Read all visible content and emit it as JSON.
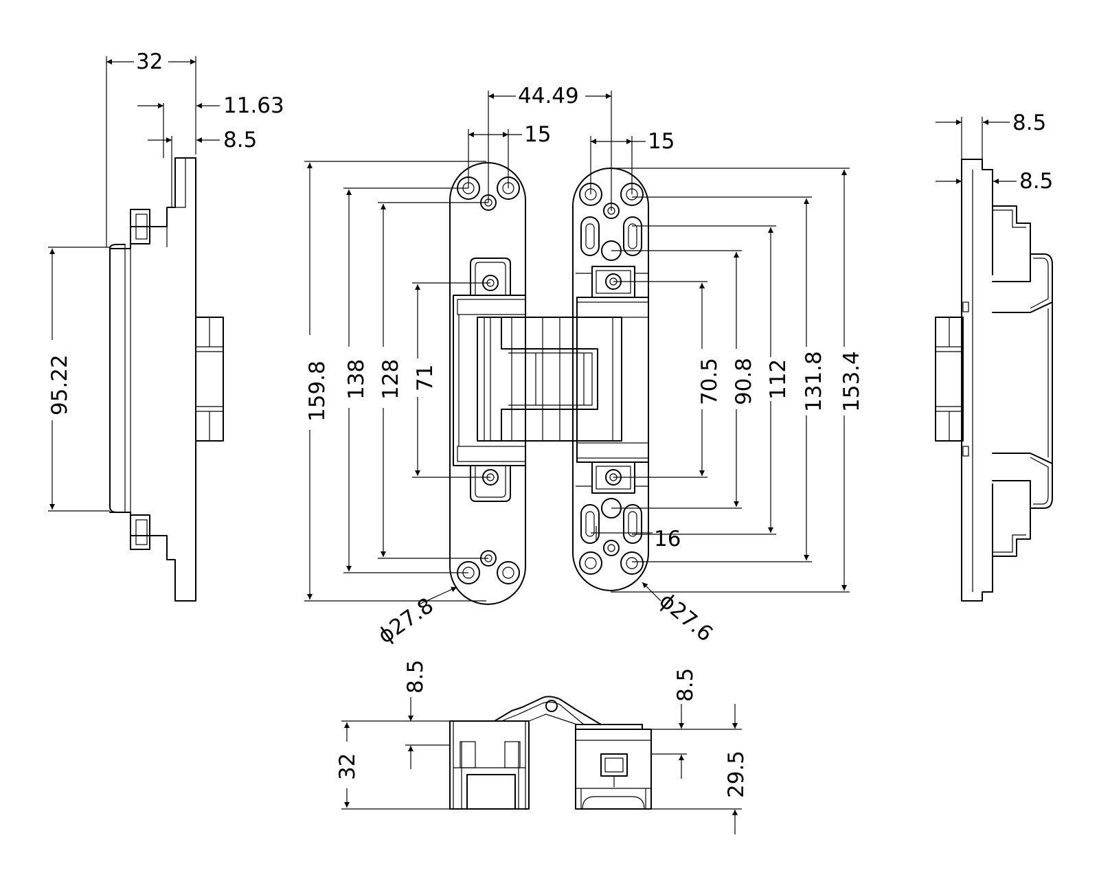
{
  "colors": {
    "line": "#000000",
    "background": "#ffffff"
  },
  "dimensions": {
    "left_width": "32",
    "left_offset_a": "11.63",
    "left_offset_b": "8.5",
    "left_height": "95.22",
    "top_center": "44.49",
    "top_hole_left": "15",
    "top_hole_right": "15",
    "h_159_8": "159.8",
    "h_138": "138",
    "h_128": "128",
    "h_71": "71",
    "h_70_5": "70.5",
    "h_90_8": "90.8",
    "h_112": "112",
    "h_131_8": "131.8",
    "h_153_4": "153.4",
    "slot_16": "16",
    "radius_left": "ϕ27.8",
    "radius_right": "ϕ27.6",
    "right_a": "8.5",
    "right_b": "8.5",
    "bottom_left_depth": "8.5",
    "bottom_left_height": "32",
    "bottom_right_depth": "8.5",
    "bottom_right_height": "29.5"
  }
}
